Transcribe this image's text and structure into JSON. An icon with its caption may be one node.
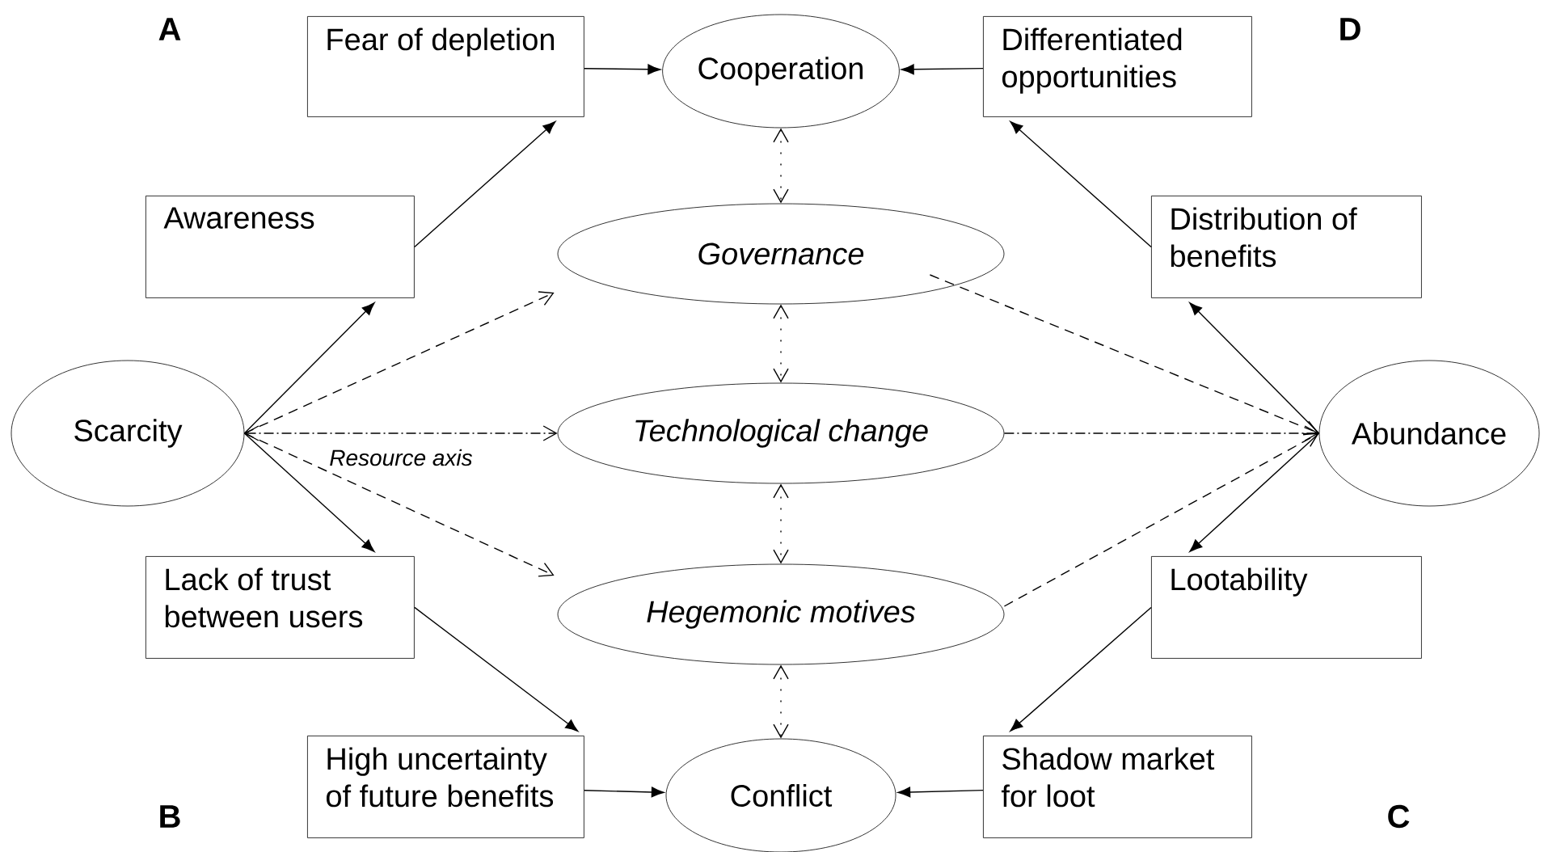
{
  "diagram": {
    "nodes": [
      {
        "text": [
          "Fear of depletion"
        ]
      },
      {
        "text": [
          "Cooperation"
        ]
      },
      {
        "text": [
          "Differentiated opportunities"
        ]
      },
      {
        "text": [
          "Awareness"
        ]
      },
      {
        "text": [
          "Governance"
        ]
      },
      {
        "text": [
          "Distribution of benefits"
        ]
      },
      {
        "text": [
          "Scarcity"
        ]
      },
      {
        "text": [
          "Technological change"
        ]
      },
      {
        "text": [
          "Abundance"
        ]
      },
      {
        "text": [
          "Lack of trust between users"
        ]
      },
      {
        "text": [
          "Hegemonic motives"
        ]
      },
      {
        "text": [
          "Lootability"
        ]
      },
      {
        "text": [
          "High uncertainty of future benefits"
        ]
      },
      {
        "text": [
          "Conflict"
        ]
      },
      {
        "text": [
          "Shadow market for loot"
        ]
      }
    ],
    "edges": [
      {
        "from": 0,
        "to": 1,
        "arrow": "to"
      },
      {
        "from": 2,
        "to": 1,
        "arrow": "to"
      },
      {
        "from": 3,
        "to": 0,
        "arrow": "to"
      },
      {
        "from": 6,
        "to": 3,
        "arrow": "to"
      },
      {
        "from": 5,
        "to": 2,
        "arrow": "to"
      },
      {
        "from": 8,
        "to": 5,
        "arrow": "to"
      },
      {
        "from": 6,
        "to": 9,
        "arrow": "to"
      },
      {
        "from": 9,
        "to": 12,
        "arrow": "to"
      },
      {
        "from": 12,
        "to": 13,
        "arrow": "to"
      },
      {
        "from": 8,
        "to": 11,
        "arrow": "to"
      },
      {
        "from": 11,
        "to": 14,
        "arrow": "to"
      },
      {
        "from": 14,
        "to": 13,
        "arrow": "to"
      },
      {
        "from": 6,
        "to": 4,
        "arrow": "to",
        "style": "dashed"
      },
      {
        "from": 4,
        "to": 8,
        "arrow": "to",
        "style": "dashed"
      },
      {
        "from": 6,
        "to": 7,
        "arrow": "both",
        "style": "dashed",
        "label": "Resource axis"
      },
      {
        "from": 7,
        "to": 8,
        "arrow": "to",
        "style": "dashed"
      },
      {
        "from": 6,
        "to": 10,
        "arrow": "to",
        "style": "dashed"
      },
      {
        "from": 10,
        "to": 8,
        "arrow": "to",
        "style": "dashed"
      },
      {
        "from": 1,
        "to": 4,
        "arrow": "both",
        "style": "dashed"
      },
      {
        "from": 4,
        "to": 7,
        "arrow": "both",
        "style": "dashed"
      },
      {
        "from": 7,
        "to": 10,
        "arrow": "both",
        "style": "dashed"
      },
      {
        "from": 10,
        "to": 13,
        "arrow": "both",
        "style": "dashed"
      }
    ],
    "labels": [
      "A",
      "D",
      "B",
      "C"
    ]
  }
}
